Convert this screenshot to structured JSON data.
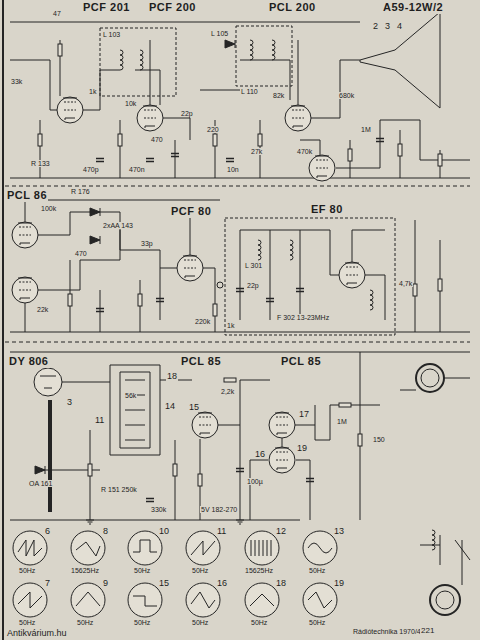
{
  "diagram": {
    "labels": [
      "PCF 201",
      "PCF 200",
      "PCL 200",
      "A59-12W/2",
      "2",
      "3",
      "4",
      "47",
      "L 103",
      "L 105",
      "L 110",
      "33k",
      "1k",
      "10k",
      "22p",
      "220",
      "470",
      "82k",
      "680k",
      "1M",
      "470k",
      "27k",
      "R 133",
      "470p",
      "10n",
      "470n",
      "PCL 86",
      "R 176",
      "2xAA 143",
      "470",
      "22k",
      "100k",
      "33p",
      "PCF 80",
      "EF 80",
      "L 301",
      "F 302 13-23MHz",
      "22p",
      "1k",
      "4,7k",
      "220k",
      "DY 806",
      "PCL 85",
      "PCL 85",
      "18",
      "14",
      "15",
      "17",
      "19",
      "16",
      "11",
      "3",
      "OA 161",
      "R 151 250k",
      "56k",
      "2,2k",
      "100µ",
      "330k",
      "5V 182-270",
      "1M",
      "150",
      "6",
      "8",
      "10",
      "11",
      "12",
      "13",
      "7",
      "9",
      "15",
      "16",
      "18",
      "19",
      "50Hz",
      "15625Hz",
      "50Hz",
      "50Hz",
      "15625Hz",
      "50Hz",
      "50Hz",
      "50Hz",
      "50Hz",
      "50Hz",
      "50Hz",
      "50Hz",
      "Rádiótechnika 1970/4",
      "221",
      "Antikvárium.hu"
    ]
  }
}
